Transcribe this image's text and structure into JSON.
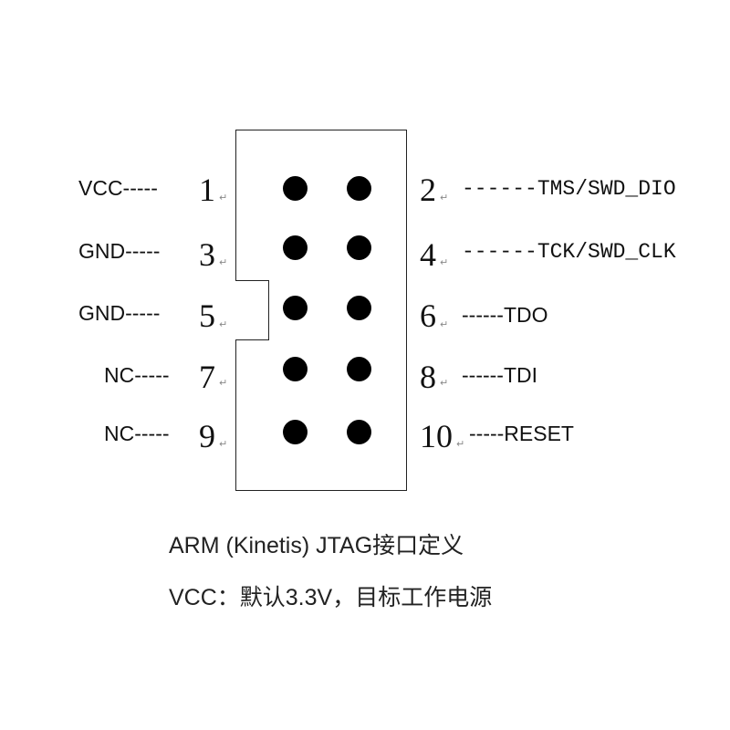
{
  "pins_left": [
    {
      "number": "1",
      "signal": "VCC-----"
    },
    {
      "number": "3",
      "signal": "GND-----"
    },
    {
      "number": "5",
      "signal": "GND-----"
    },
    {
      "number": "7",
      "signal": "NC-----"
    },
    {
      "number": "9",
      "signal": "NC-----"
    }
  ],
  "pins_right": [
    {
      "number": "2",
      "signal": "------TMS/SWD_DIO"
    },
    {
      "number": "4",
      "signal": "------TCK/SWD_CLK"
    },
    {
      "number": "6",
      "signal": "------TDO"
    },
    {
      "number": "8",
      "signal": "------TDI"
    },
    {
      "number": "10",
      "signal": "-----RESET"
    }
  ],
  "arrow_glyph": "↵",
  "caption": {
    "title": "ARM (Kinetis) JTAG接口定义",
    "note": "VCC：默认3.3V，目标工作电源"
  }
}
